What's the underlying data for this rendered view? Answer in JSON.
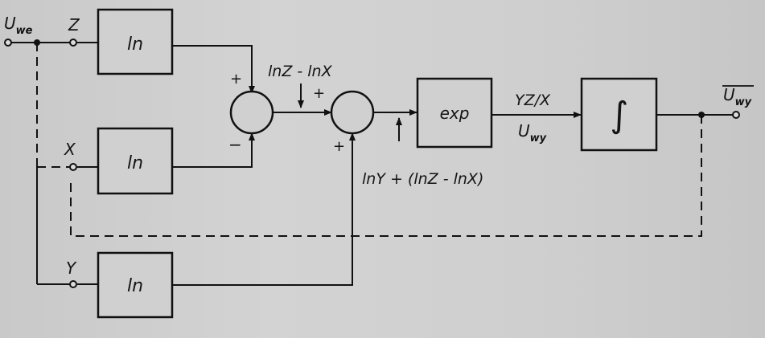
{
  "labels": {
    "input_main": "U",
    "input_main_sub": "we",
    "input_z": "Z",
    "input_x": "X",
    "input_y": "Y",
    "block_ln_z": "ln",
    "block_ln_x": "ln",
    "block_ln_y": "ln",
    "block_exp": "exp",
    "block_integrator": "∫",
    "sum1_plus_top": "+",
    "sum1_minus_bottom": "−",
    "sum2_plus_left": "+",
    "sum2_plus_bottom": "+",
    "diff_expr": "lnZ - lnX",
    "sum_expr": "lnY + (lnZ - lnX)",
    "ratio_expr": "YZ/X",
    "exp_out_main": "U",
    "exp_out_sub": "wy",
    "output_main": "U",
    "output_sub": "wy"
  }
}
